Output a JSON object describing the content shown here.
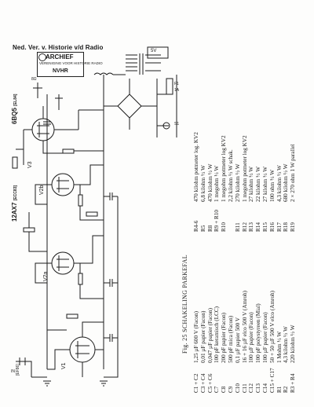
{
  "header": {
    "title": "Ned. Ver. v. Historie v/d Radio"
  },
  "stamp": {
    "line1": "ARCHIEF",
    "line2": "VERENIGING VOOR HISTORIE RADIO",
    "line3": "NVHR"
  },
  "tubes": {
    "v1": "V1",
    "v2a": "V2a",
    "v2b": "V2b",
    "v3": "V3",
    "t12ax7": "12AX7",
    "t12ax7_alt": "[ECC83]",
    "t6bq5": "6BQ5",
    "t6bq5_alt": "[EL84]",
    "ef86": "[EF86]"
  },
  "schematic_labels": {
    "power_switch": "S1",
    "fuse": "F1",
    "fuse_value": "1A",
    "speaker": "8Ω",
    "supply": "5V",
    "input": "IN"
  },
  "caption": {
    "title": "Fig. 25 SCHAKELING PARKEFAL"
  },
  "parts_left": [
    {
      "ref": "C1 + C2",
      "desc": "1,25 µF 600 V (Facon)"
    },
    {
      "ref": "C3 + C4",
      "desc": "0,01 µF papier (Facon)"
    },
    {
      "ref": "C5 + C6",
      "desc": "0,047 µF papier (Facon)"
    },
    {
      "ref": "C7",
      "desc": "100 pF keramisch (LCC)"
    },
    {
      "ref": "C8",
      "desc": "200 pF papier (Facon)"
    },
    {
      "ref": "C9",
      "desc": "500 pF mica (Facon)"
    },
    {
      "ref": "C10",
      "desc": "0,1 µF papier 500 V"
    },
    {
      "ref": "C11",
      "desc": "16 + 16 µF elco 500 V (Amroh)"
    },
    {
      "ref": "C12",
      "desc": "100 µF papier (Facon)"
    },
    {
      "ref": "C13",
      "desc": "100 pF polystyreen (Mial)"
    },
    {
      "ref": "C14",
      "desc": "100 µF papier (Facon)"
    },
    {
      "ref": "C15 + C17",
      "desc": "50 + 50 µF 500 V elco (Amroh)"
    },
    {
      "ref": "R1",
      "desc": "1 Mohm ½ W"
    },
    {
      "ref": "R2",
      "desc": "4,3 kilohm ½ W"
    },
    {
      "ref": "R3 + R4",
      "desc": "220 kilohm ½ W"
    }
  ],
  "parts_right": [
    {
      "ref": "R4-6",
      "desc": "470 kilohm potmeter log. KV2"
    },
    {
      "ref": "R5",
      "desc": "6,8 kilohm ½ W"
    },
    {
      "ref": "R8",
      "desc": "470 kilohm ½ W"
    },
    {
      "ref": "R9 + R10",
      "desc": "1 megohm ½ W"
    },
    {
      "ref": "R10",
      "desc": "1 megohm potmeter log KV2"
    },
    {
      "ref": "",
      "desc": "2,2 kilohm ½ W schak."
    },
    {
      "ref": "R11",
      "desc": "270 kilohm ½ W"
    },
    {
      "ref": "R12",
      "desc": "1 megohm potmeter log KV2"
    },
    {
      "ref": "R13",
      "desc": "27 kilohm ½ W"
    },
    {
      "ref": "R14",
      "desc": "22 kilohm ½ W"
    },
    {
      "ref": "R15",
      "desc": "27 kilohm ½ W"
    },
    {
      "ref": "R16",
      "desc": "100 ohm ½ W"
    },
    {
      "ref": "R17",
      "desc": "4,3 kilohm ½ W"
    },
    {
      "ref": "R18",
      "desc": "680 kilohm ½ W"
    },
    {
      "ref": "R19",
      "desc": "2 × 270 ohm 1 W parallel"
    }
  ]
}
